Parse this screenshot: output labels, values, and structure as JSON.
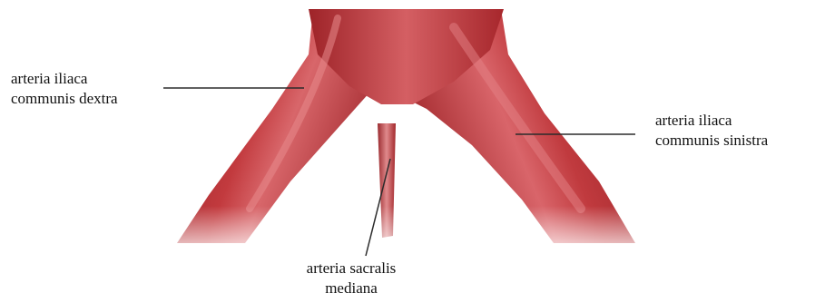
{
  "labels": {
    "left": {
      "line1": "arteria iliaca",
      "line2": "communis dextra"
    },
    "right": {
      "line1": "arteria iliaca",
      "line2": "communis sinistra"
    },
    "bottom": {
      "line1": "arteria sacralis",
      "line2": "mediana"
    }
  },
  "colors": {
    "vessel_dark": "#8e1a1f",
    "vessel_mid": "#b83236",
    "vessel_light": "#d9656a",
    "leader_line": "#2b2b2b"
  }
}
